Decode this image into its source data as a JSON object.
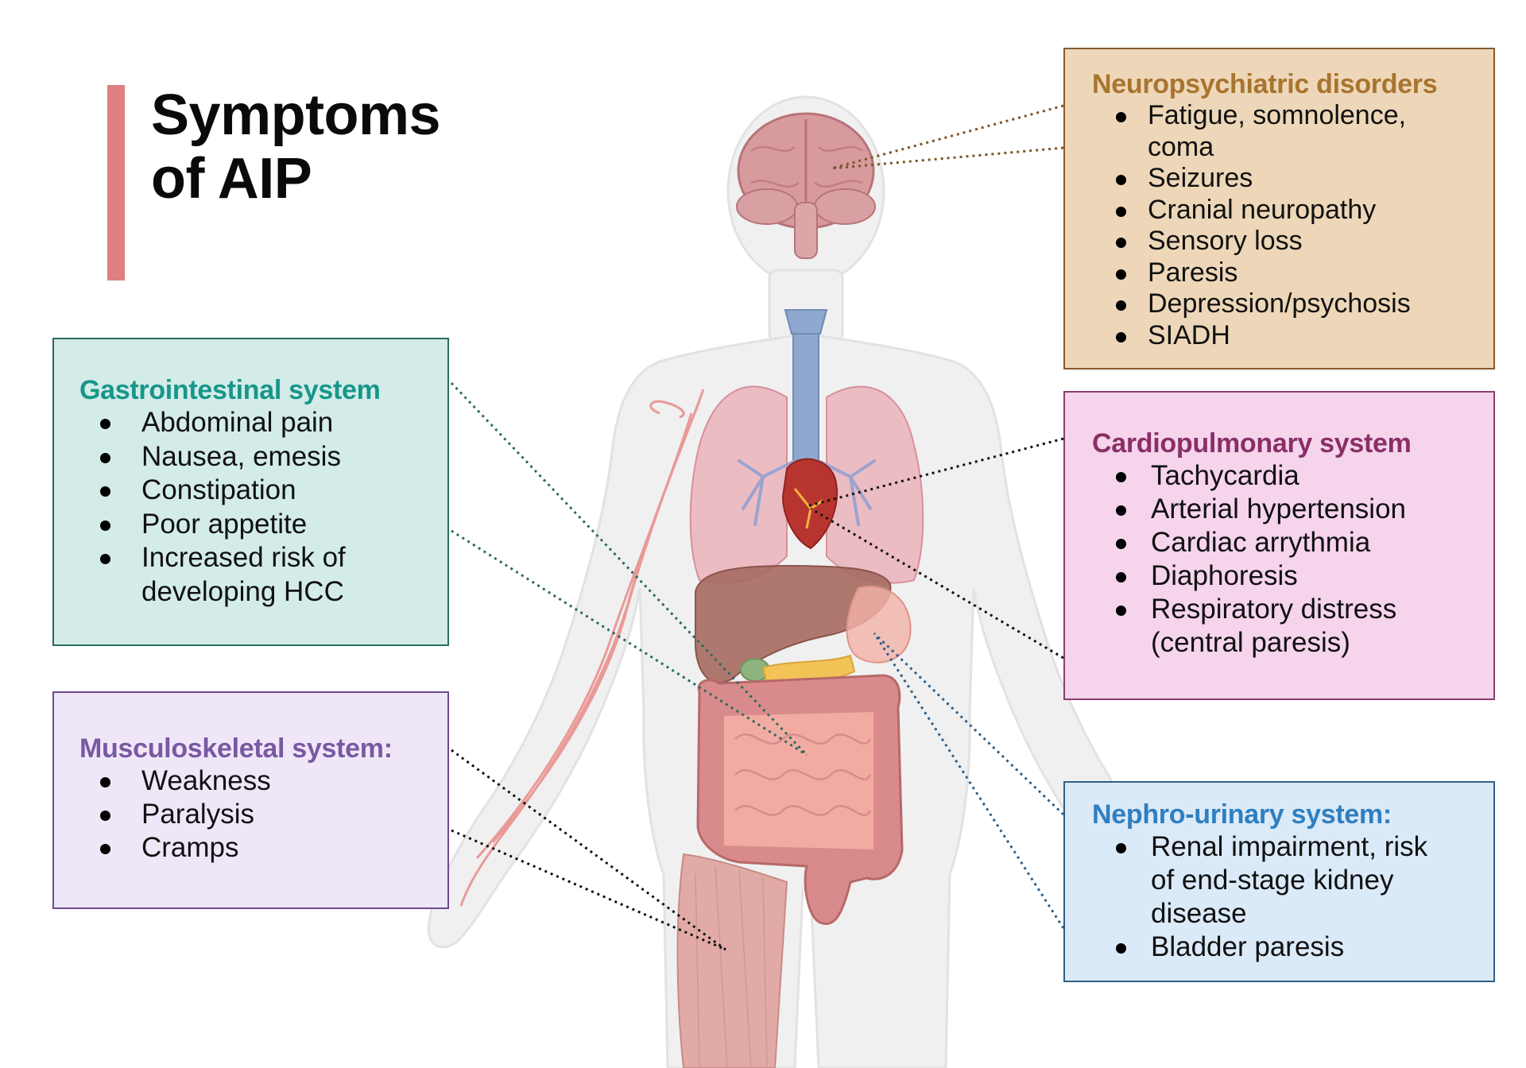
{
  "title": {
    "lines": [
      "Symptoms",
      "of AIP"
    ],
    "accent_color": "#df7f7f"
  },
  "boxes": {
    "neuro": {
      "heading": "Neuropsychiatric disorders",
      "items": [
        "Fatigue, somnolence, coma",
        "Seizures",
        "Cranial neuropathy",
        "Sensory loss",
        "Paresis",
        "Depression/psychosis",
        "SIADH"
      ],
      "item_lines": [
        [
          "Fatigue, somnolence,",
          "coma"
        ]
      ],
      "heading_color": "#a8752f",
      "bg_color": "#edd7b8",
      "border_color": "#8a5b2c"
    },
    "gastro": {
      "heading": "Gastrointestinal system",
      "items": [
        "Abdominal pain",
        "Nausea, emesis",
        "Constipation",
        "Poor appetite",
        "Increased risk of developing HCC"
      ],
      "heading_color": "#17968a",
      "bg_color": "#d3ece8",
      "border_color": "#2a6b5f"
    },
    "musculo": {
      "heading": "Musculoskeletal system:",
      "items": [
        "Weakness",
        "Paralysis",
        "Cramps"
      ],
      "heading_color": "#7a58a2",
      "bg_color": "#efe7f8",
      "border_color": "#6c4b8c"
    },
    "cardio": {
      "heading": "Cardiopulmonary system",
      "items": [
        "Tachycardia",
        "Arterial hypertension",
        "Cardiac arrythmia",
        "Diaphoresis",
        "Respiratory distress (central paresis)"
      ],
      "heading_color": "#8a2f66",
      "bg_color": "#f5d4ec",
      "border_color": "#8b3d72"
    },
    "nephro": {
      "heading": "Nephro-urinary system:",
      "items": [
        "Renal impairment, risk of end-stage kidney disease",
        "Bladder paresis"
      ],
      "heading_color": "#2f7fc0",
      "bg_color": "#dbeaf8",
      "border_color": "#2f5f88"
    }
  },
  "illustration": {
    "subject": "human-body-anatomy",
    "organs": [
      "brain",
      "trachea",
      "lungs",
      "heart",
      "liver",
      "stomach",
      "pancreas",
      "gallbladder",
      "large-intestine",
      "small-intestine",
      "thigh-muscle",
      "arm-nerves"
    ]
  }
}
